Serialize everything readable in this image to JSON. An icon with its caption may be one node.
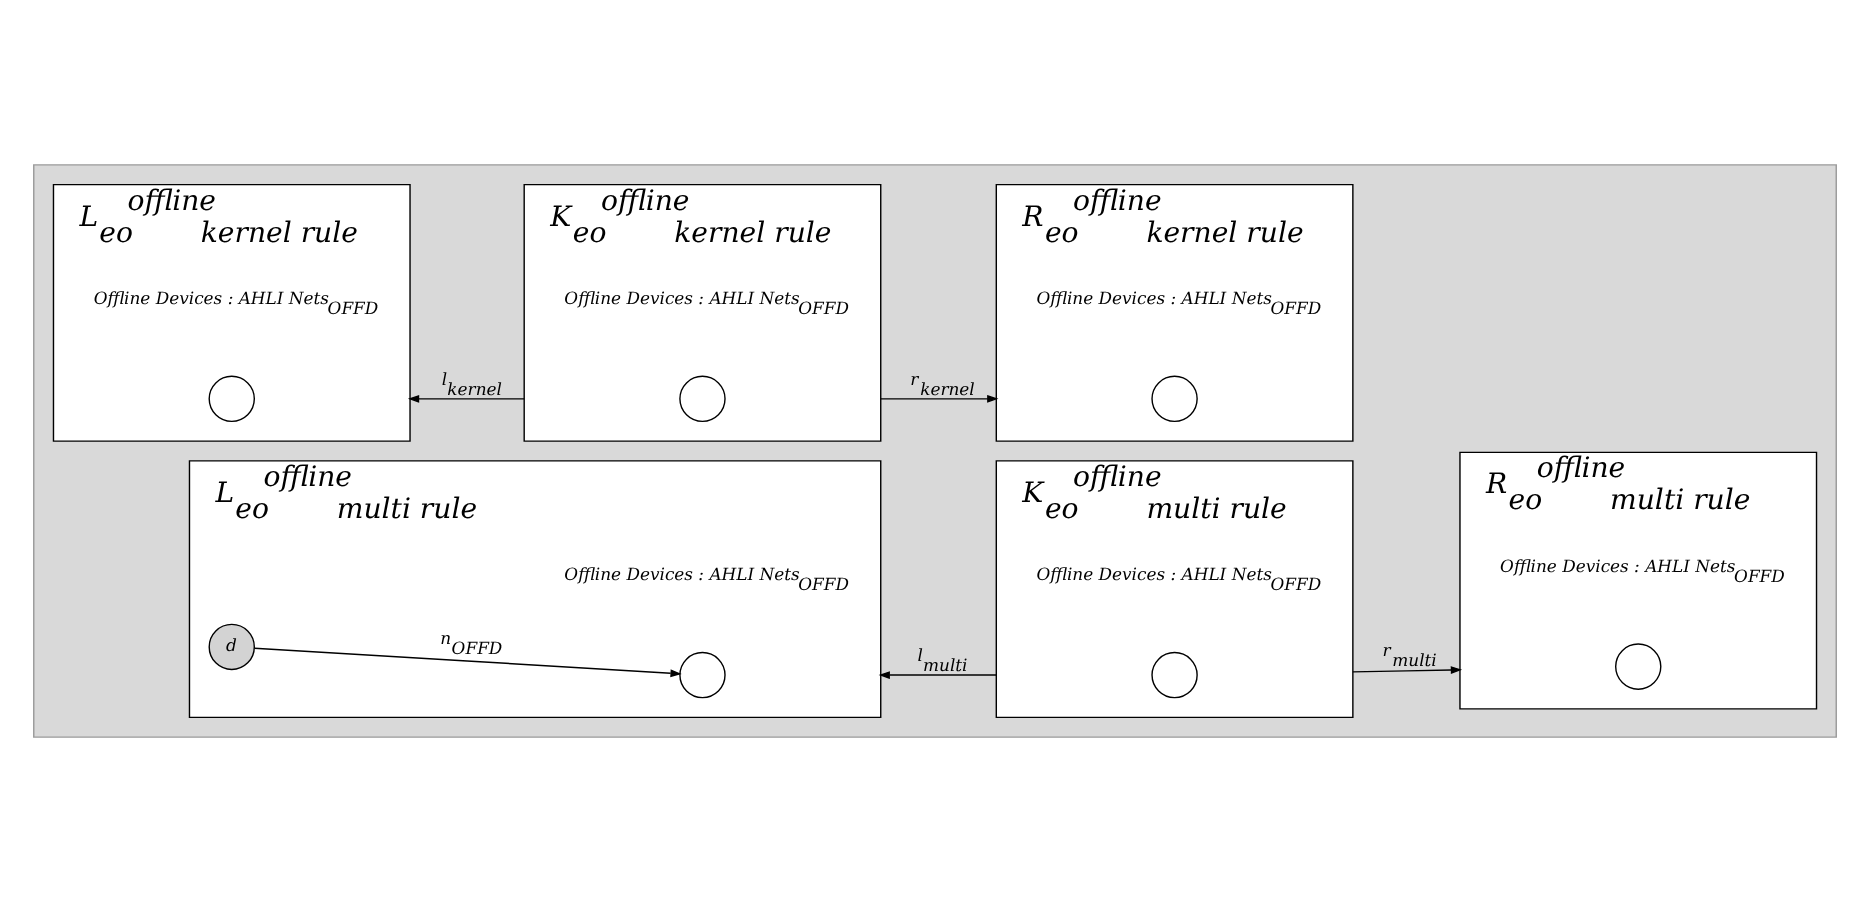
{
  "diagram": {
    "nodes": [
      {
        "text": [],
        "shape": "box"
      },
      {
        "text": [
          "L$_{eo}$$^{offline}$$_{kernel rule}$"
        ],
        "in": 0
      },
      {
        "text": [],
        "shape": "circle",
        "in": 1,
        "beside": [
          "Offline Devices : AHLI Nets$_{OFFD}$"
        ]
      },
      {
        "text": [
          "K$_{eo}$$^{offline}$$_{kernel rule}$"
        ],
        "in": 0
      },
      {
        "text": [],
        "shape": "circle",
        "in": 3,
        "beside": [
          "Offline Devices : AHLI Nets$_{OFFD}$"
        ]
      },
      {
        "text": [
          "R$_{eo}$$^{offline}$$_{kernel rule}$"
        ],
        "in": 0
      },
      {
        "text": [],
        "shape": "circle",
        "in": 5,
        "beside": [
          "Offline Devices : AHLI Nets$_{OFFD}$"
        ]
      },
      {
        "text": [
          "L$_{eo}$$^{offline}$$_{multi rule}$"
        ],
        "in": 0
      },
      {
        "text": [
          "d"
        ],
        "in": 7
      },
      {
        "text": [],
        "shape": "circle",
        "in": 7,
        "beside": [
          "Offline Devices : AHLI Nets$_{OFFD}$"
        ]
      },
      {
        "text": [
          "K$_{eo}$$^{offline}$$_{multi rule}$"
        ],
        "in": 0
      },
      {
        "text": [],
        "shape": "circle",
        "in": 10,
        "beside": [
          "Offline Devices : AHLI Nets$_{OFFD}$"
        ]
      },
      {
        "text": [
          "R$_{eo}$$^{offline}$$_{multi rule}$"
        ],
        "in": 0
      },
      {
        "text": [],
        "shape": "circle",
        "in": 12,
        "beside": [
          "Offline Devices : AHLI Nets$_{OFFD}$"
        ]
      }
    ],
    "edges": [
      {
        "from": 3,
        "to": 1,
        "arrow": "to",
        "label": "l$_{kernel}$"
      },
      {
        "from": 3,
        "to": 5,
        "arrow": "to",
        "label": "r$_{kernel}$"
      },
      {
        "from": 10,
        "to": 7,
        "arrow": "to",
        "label": "l$_{multi}$"
      },
      {
        "from": 10,
        "to": 12,
        "arrow": "to",
        "label": "r$_{multi}$"
      },
      {
        "from": 8,
        "to": 9,
        "arrow": "to",
        "label": "n$_{OFFD}$"
      }
    ]
  }
}
